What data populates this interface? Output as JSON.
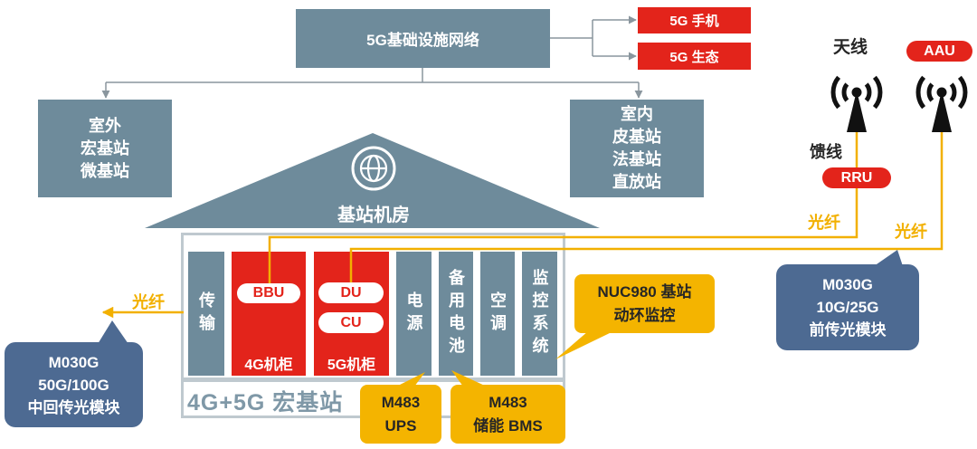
{
  "network": {
    "title": "5G基础设施网络"
  },
  "outputs": [
    {
      "label": "5G 手机"
    },
    {
      "label": "5G 生态"
    }
  ],
  "outdoor": {
    "lines": [
      "室外",
      "宏基站",
      "微基站"
    ]
  },
  "indoor": {
    "lines": [
      "室内",
      "皮基站",
      "法基站",
      "直放站"
    ]
  },
  "machine_room": {
    "title": "基站机房",
    "icon": "globe-icon"
  },
  "macro_station": {
    "label": "4G+5G 宏基站",
    "transmission": "传输",
    "cabinet_4g": {
      "label": "4G机柜",
      "units": [
        "BBU"
      ]
    },
    "cabinet_5g": {
      "label": "5G机柜",
      "units": [
        "DU",
        "CU"
      ]
    },
    "power": "电源",
    "battery": "备用电池",
    "aircon": "空调",
    "monitoring": "监控系统"
  },
  "modules": {
    "monitor": {
      "lines": [
        "NUC980 基站",
        "动环监控"
      ]
    },
    "ups": {
      "lines": [
        "M483",
        "UPS"
      ]
    },
    "bms": {
      "lines": [
        "M483",
        "储能 BMS"
      ]
    },
    "backhaul": {
      "lines": [
        "M030G",
        "50G/100G",
        "中回传光模块"
      ]
    },
    "fronthaul": {
      "lines": [
        "M030G",
        "10G/25G",
        "前传光模块"
      ]
    }
  },
  "links": {
    "fiber_left": "光纤",
    "fiber_rru": "光纤",
    "fiber_aau": "光纤",
    "feeder": "馈线"
  },
  "radio": {
    "antenna_label": "天线",
    "aau": "AAU",
    "rru": "RRU",
    "antenna_icon": "antenna-icon"
  },
  "colors": {
    "slate": "#6e8b9b",
    "red": "#e3241b",
    "yellow": "#f4b400",
    "navy": "#4d6a92",
    "fiber": "#f2b000"
  }
}
